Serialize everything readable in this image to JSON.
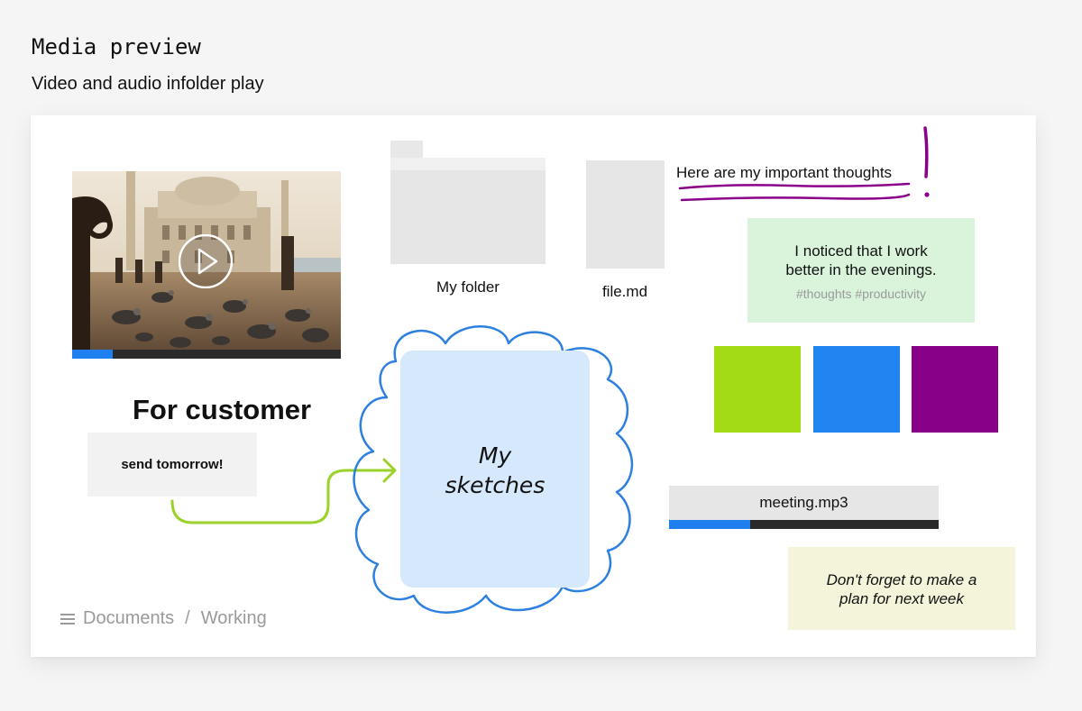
{
  "header": {
    "title": "Media preview",
    "subtitle": "Video and audio infolder play"
  },
  "video": {
    "progress": 0.15,
    "icon": "play-icon"
  },
  "folder": {
    "label": "My folder",
    "icon": "folder-icon"
  },
  "file": {
    "label": "file.md",
    "icon": "file-icon"
  },
  "thoughts": {
    "text": "Here are my important thoughts",
    "mark": "!"
  },
  "note_green": {
    "line1": "I noticed that I work",
    "line2": "better in the evenings.",
    "tags": "#thoughts #productivity",
    "color": "#daf4dc"
  },
  "swatches": {
    "colors": [
      "#a3db17",
      "#1f84f0",
      "#880088"
    ]
  },
  "customer": {
    "heading": "For customer",
    "note": "send tomorrow!"
  },
  "sketches": {
    "line1": "My",
    "line2": "sketches"
  },
  "audio": {
    "label": "meeting.mp3",
    "progress": 0.3
  },
  "note_yellow": {
    "line1": "Don't forget to make a",
    "line2": "plan for next week",
    "color": "#f4f4da"
  },
  "breadcrumb": {
    "icon": "menu-icon",
    "items": [
      "Documents",
      "Working"
    ],
    "separator": "/"
  },
  "accent_colors": {
    "blue": "#1f7fee",
    "green_stroke": "#9ad22a",
    "purple_stroke": "#8b008b",
    "cloud_stroke": "#2d7fe0"
  }
}
